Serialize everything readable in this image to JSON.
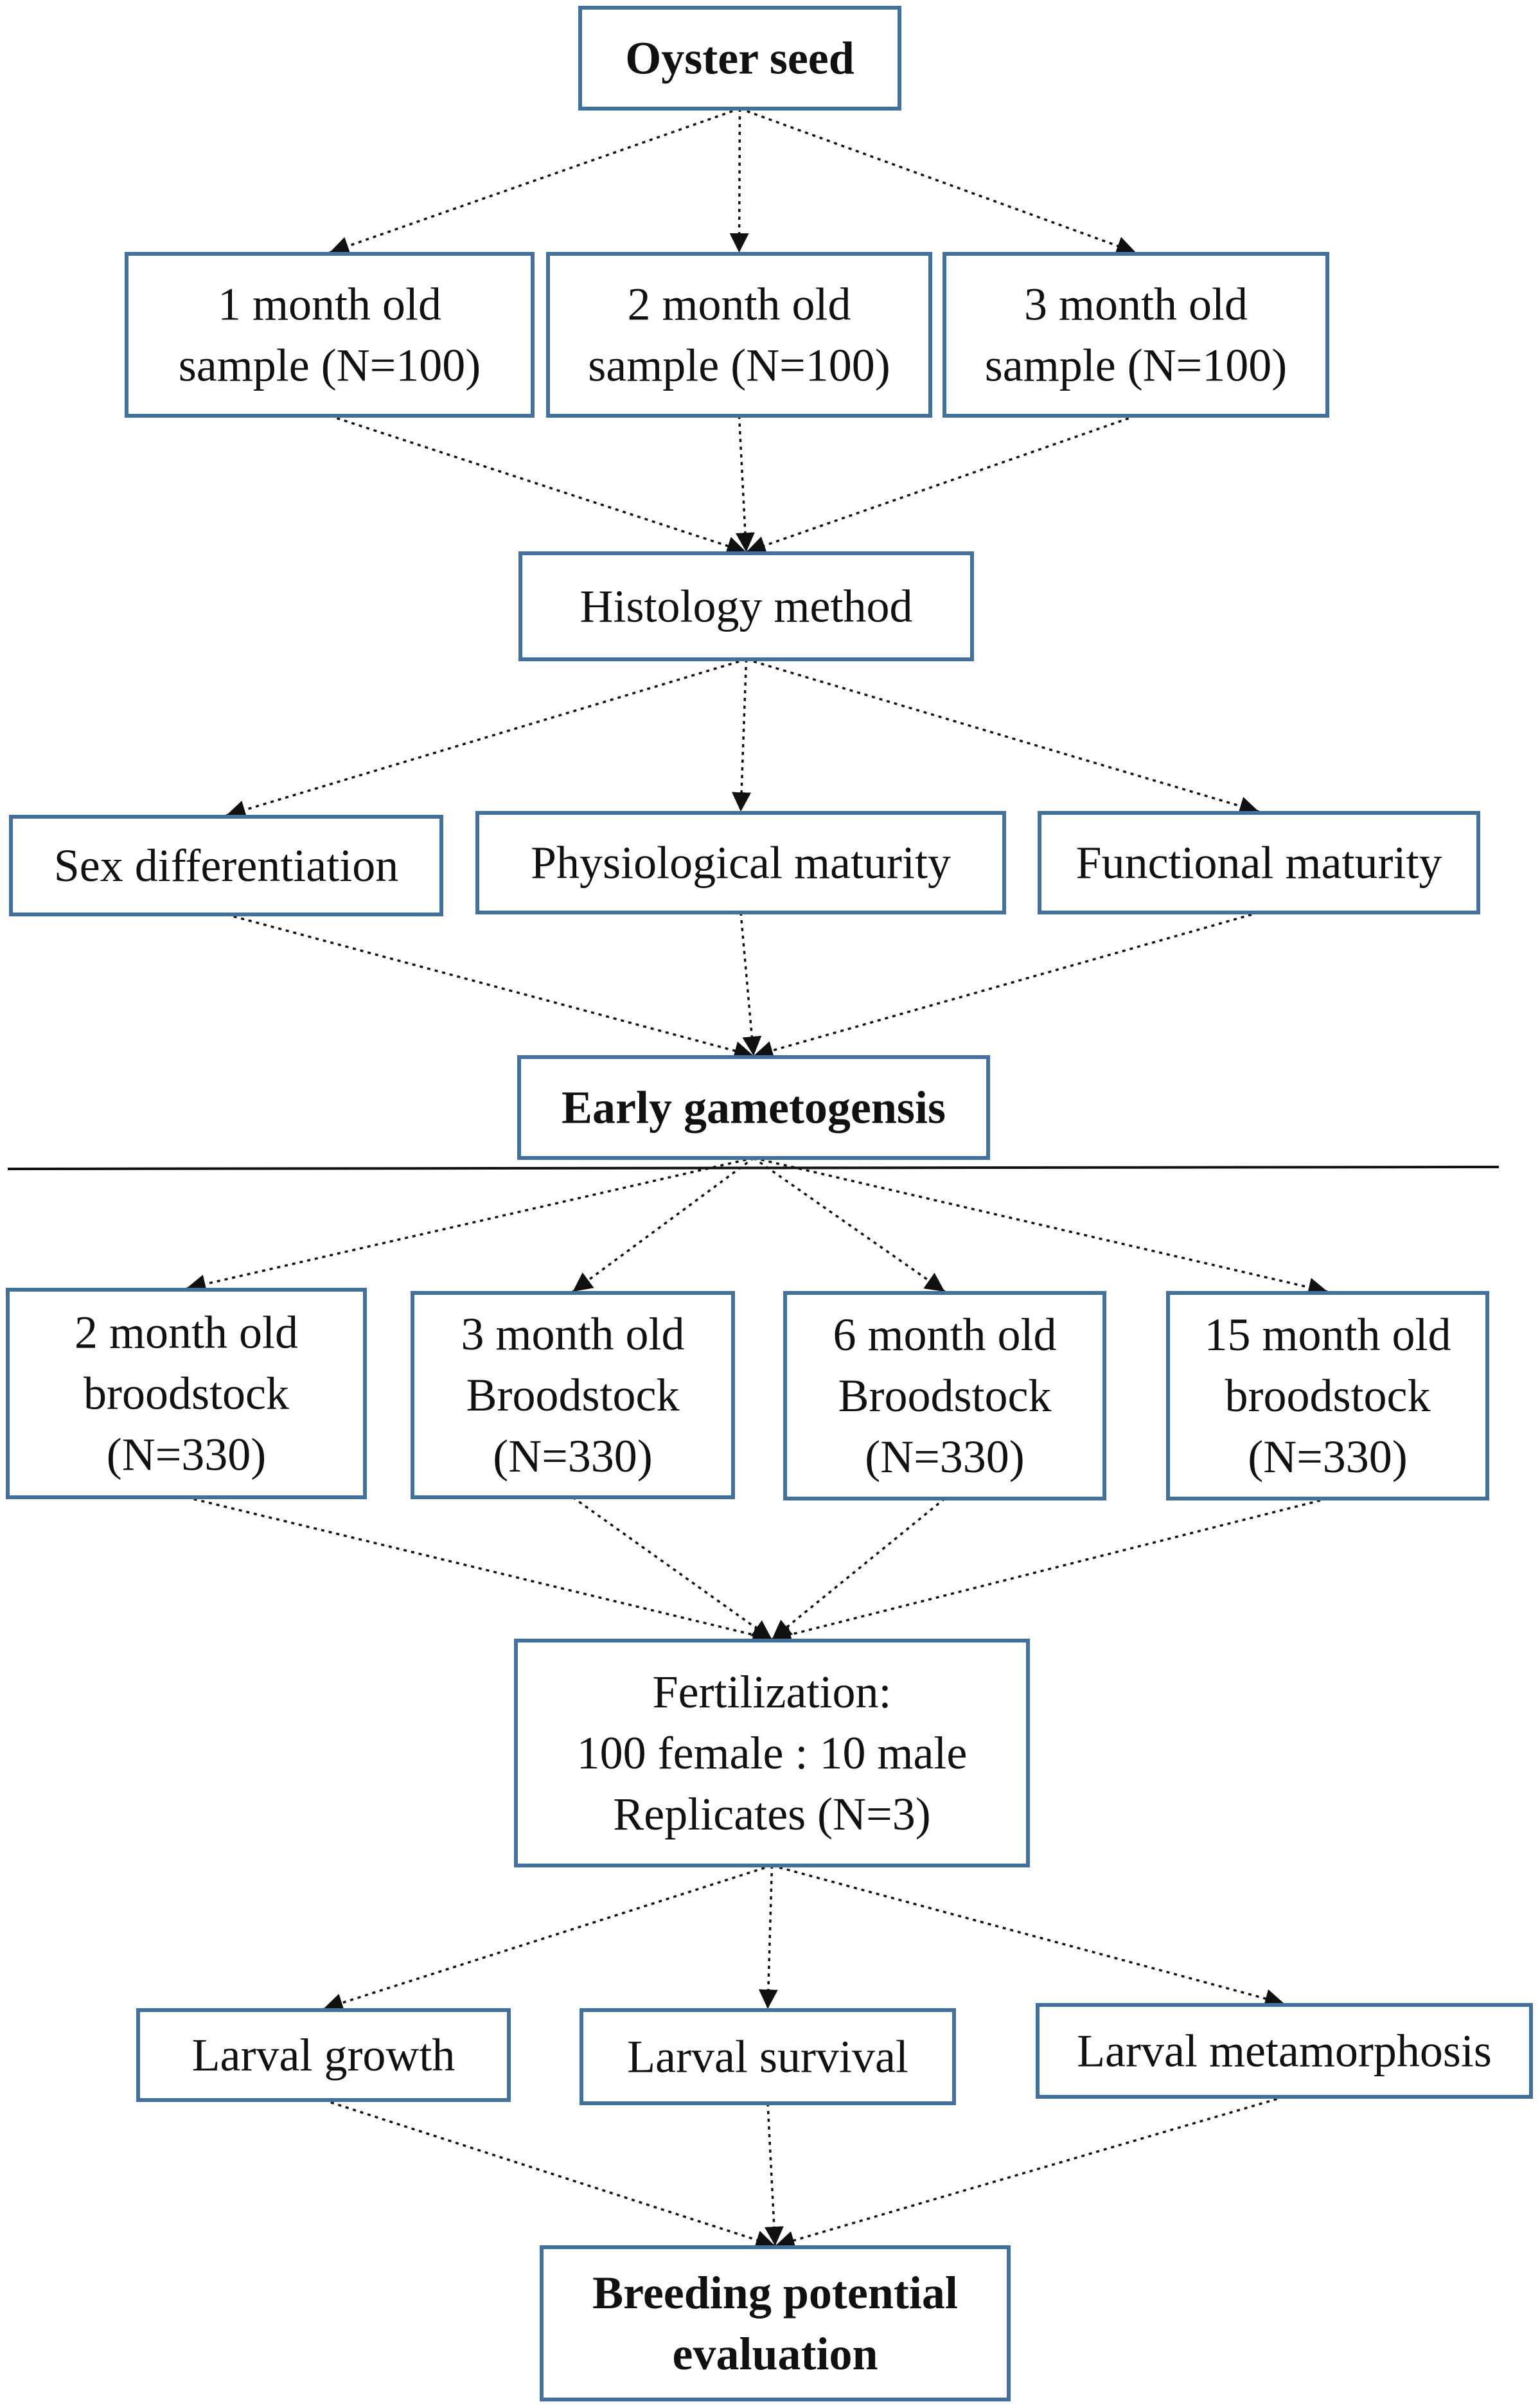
{
  "nodes": {
    "oyster_seed": {
      "lines": [
        "Oyster seed"
      ],
      "bold": true
    },
    "sample_1m": {
      "lines": [
        "1 month old",
        "sample (N=100)"
      ]
    },
    "sample_2m": {
      "lines": [
        "2 month old",
        "sample (N=100)"
      ]
    },
    "sample_3m": {
      "lines": [
        "3 month old",
        "sample (N=100)"
      ]
    },
    "histology": {
      "lines": [
        "Histology method"
      ]
    },
    "sex_diff": {
      "lines": [
        "Sex differentiation"
      ]
    },
    "physio_maturity": {
      "lines": [
        "Physiological maturity"
      ]
    },
    "functional_maturity": {
      "lines": [
        "Functional maturity"
      ]
    },
    "early_gametogenesis": {
      "lines": [
        "Early gametogensis"
      ],
      "bold": true
    },
    "broodstock_2m": {
      "lines": [
        "2 month old",
        "broodstock",
        "(N=330)"
      ]
    },
    "broodstock_3m": {
      "lines": [
        "3 month old",
        "Broodstock",
        "(N=330)"
      ]
    },
    "broodstock_6m": {
      "lines": [
        "6 month old",
        "Broodstock",
        "(N=330)"
      ]
    },
    "broodstock_15m": {
      "lines": [
        "15 month old",
        "broodstock",
        "(N=330)"
      ]
    },
    "fertilization": {
      "lines": [
        "Fertilization:",
        "100 female : 10 male",
        "Replicates (N=3)"
      ]
    },
    "larval_growth": {
      "lines": [
        "Larval growth"
      ]
    },
    "larval_survival": {
      "lines": [
        "Larval survival"
      ]
    },
    "larval_metamorphosis": {
      "lines": [
        "Larval metamorphosis"
      ]
    },
    "breeding_potential": {
      "lines": [
        "Breeding potential",
        "evaluation"
      ],
      "bold": true
    }
  },
  "edges": [
    [
      "oyster_seed",
      "sample_1m"
    ],
    [
      "oyster_seed",
      "sample_2m"
    ],
    [
      "oyster_seed",
      "sample_3m"
    ],
    [
      "sample_1m",
      "histology"
    ],
    [
      "sample_2m",
      "histology"
    ],
    [
      "sample_3m",
      "histology"
    ],
    [
      "histology",
      "sex_diff"
    ],
    [
      "histology",
      "physio_maturity"
    ],
    [
      "histology",
      "functional_maturity"
    ],
    [
      "sex_diff",
      "early_gametogenesis"
    ],
    [
      "physio_maturity",
      "early_gametogenesis"
    ],
    [
      "functional_maturity",
      "early_gametogenesis"
    ],
    [
      "early_gametogenesis",
      "broodstock_2m"
    ],
    [
      "early_gametogenesis",
      "broodstock_3m"
    ],
    [
      "early_gametogenesis",
      "broodstock_6m"
    ],
    [
      "early_gametogenesis",
      "broodstock_15m"
    ],
    [
      "broodstock_2m",
      "fertilization"
    ],
    [
      "broodstock_3m",
      "fertilization"
    ],
    [
      "broodstock_6m",
      "fertilization"
    ],
    [
      "broodstock_15m",
      "fertilization"
    ],
    [
      "fertilization",
      "larval_growth"
    ],
    [
      "fertilization",
      "larval_survival"
    ],
    [
      "fertilization",
      "larval_metamorphosis"
    ],
    [
      "larval_growth",
      "breeding_potential"
    ],
    [
      "larval_survival",
      "breeding_potential"
    ],
    [
      "larval_metamorphosis",
      "breeding_potential"
    ]
  ],
  "colors": {
    "box_border": "#41719c",
    "line": "#111111",
    "text": "#111111"
  }
}
